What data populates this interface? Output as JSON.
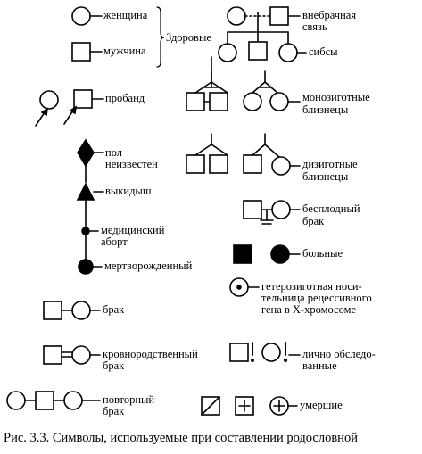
{
  "labels": {
    "woman": "женщина",
    "man": "мужчина",
    "healthy": "Здоровые",
    "extramarital_1": "внебрачная",
    "extramarital_2": "связь",
    "sibs": "сибсы",
    "proband": "пробанд",
    "mono_1": "монозиготные",
    "mono_2": "близнецы",
    "sex_unknown_1": "пол",
    "sex_unknown_2": "неизвестен",
    "dizy_1": "дизиготные",
    "dizy_2": "близнецы",
    "miscarriage": "выкидыш",
    "barren_1": "бесплодный",
    "barren_2": "брак",
    "med_abort_1": "медицинский",
    "med_abort_2": "аборт",
    "affected": "больные",
    "stillborn": "мертворожденный",
    "carrier_1": "гетерозиготная носи-",
    "carrier_2": "тельница рецессивного",
    "carrier_3": "гена в Х-хромосоме",
    "marriage": "брак",
    "consang_1": "кровнородственный",
    "consang_2": "брак",
    "examined_1": "лично обследо-",
    "examined_2": "ванные",
    "remarriage_1": "повторный",
    "remarriage_2": "брак",
    "deceased": "умершие"
  },
  "caption": "Рис. 3.3. Символы, используемые при составлении родословной",
  "colors": {
    "ink": "#000000",
    "paper": "#ffffff"
  }
}
